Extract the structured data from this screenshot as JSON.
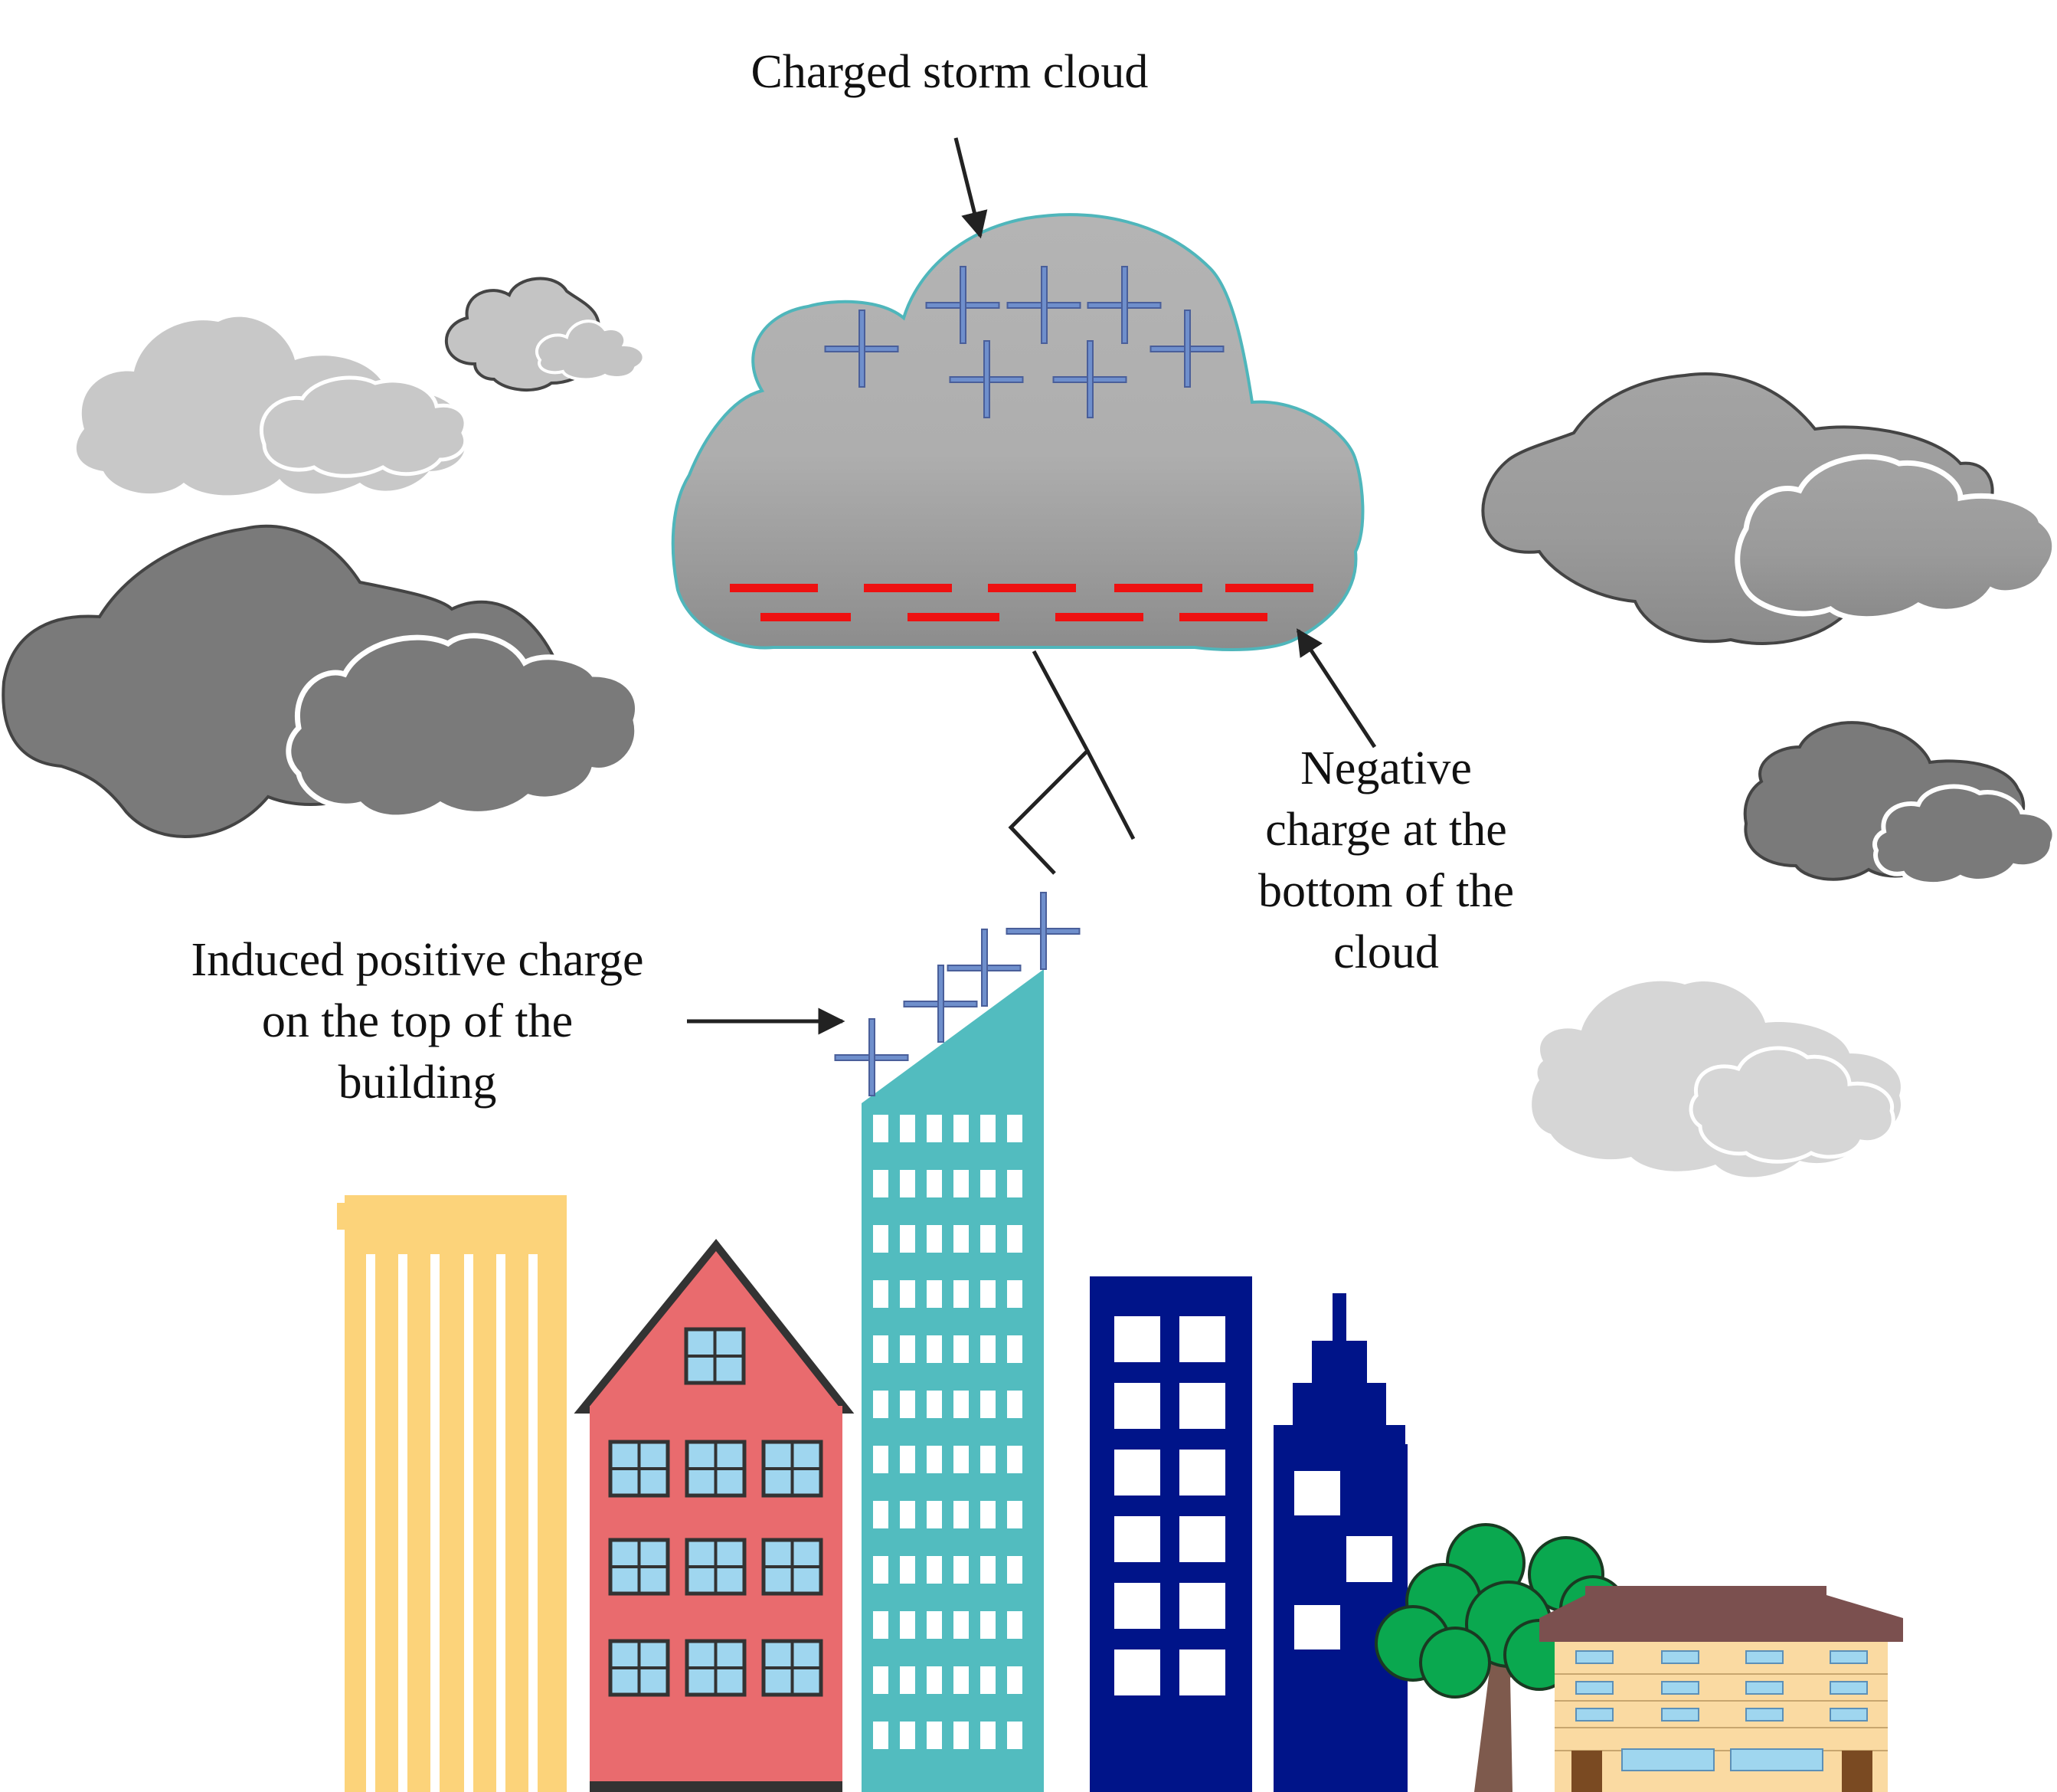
{
  "labels": {
    "storm_cloud": "Charged storm cloud",
    "negative_charge": [
      "Negative",
      "charge at the",
      "bottom of the",
      "cloud"
    ],
    "induced_charge": [
      "Induced positive charge",
      "on the top of the",
      "building"
    ]
  },
  "colors": {
    "background": "#ffffff",
    "storm_cloud_top": "#b4b4b4",
    "storm_cloud_bottom": "#8e8e8e",
    "storm_cloud_outline": "#4fb6bb",
    "positive_sign": "#6f8fcc",
    "negative_sign": "#ee1111",
    "light_cloud": "#c4c4c4",
    "medium_cloud": "#9c9c9c",
    "dark_cloud": "#7a7a7a",
    "yellow_building": "#fcd37a",
    "red_house": "#e96b6e",
    "teal_tower": "#52bcbf",
    "navy_building": "#001489",
    "tree_leaves": "#0aa84f",
    "trunk": "#7e5a4d",
    "low_building": "#fadaa2",
    "roof": "#7b504f",
    "window_blue": "#9fd6ef",
    "door": "#7a4a22"
  },
  "icons": [
    "storm-cloud",
    "lightning-bolt",
    "plus-sign",
    "minus-sign",
    "arrow",
    "building",
    "tree"
  ]
}
